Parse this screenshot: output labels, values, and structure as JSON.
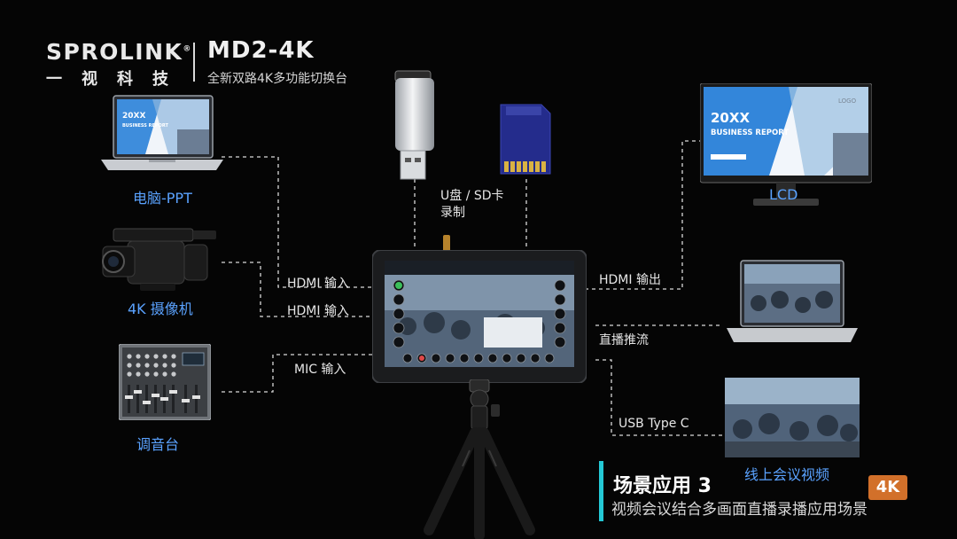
{
  "brand": {
    "name": "SPROLINK",
    "reg_mark": "®",
    "name_cn": "一视科技",
    "model": "MD2-4K",
    "tagline": "全新双路4K多功能切换台"
  },
  "sources": {
    "laptop_label": "电脑-PPT",
    "camera_label": "4K 摄像机",
    "mixer_label": "调音台"
  },
  "connections": {
    "hdmi_in_1": "HDMI 输入",
    "hdmi_in_2": "HDMI 输入",
    "mic_in": "MIC 输入",
    "storage": "U盘 / SD卡",
    "storage_record": "录制",
    "hdmi_out": "HDMI 输出",
    "live_stream": "直播推流",
    "usb_type_c": "USB Type C"
  },
  "outputs": {
    "lcd_label": "LCD",
    "online_meeting_label": "线上会议视频"
  },
  "slide": {
    "title": "20XX",
    "subtitle": "BUSINESS REPORT",
    "logo": "LOGO"
  },
  "scene": {
    "title": "场景应用 3",
    "subtitle": "视频会议结合多画面直播录播应用场景",
    "badge": "4K"
  },
  "colors": {
    "accent_blue": "#5aa2ff",
    "accent_cyan": "#24c9d6",
    "badge_orange": "#d2702a",
    "background": "#050505"
  }
}
